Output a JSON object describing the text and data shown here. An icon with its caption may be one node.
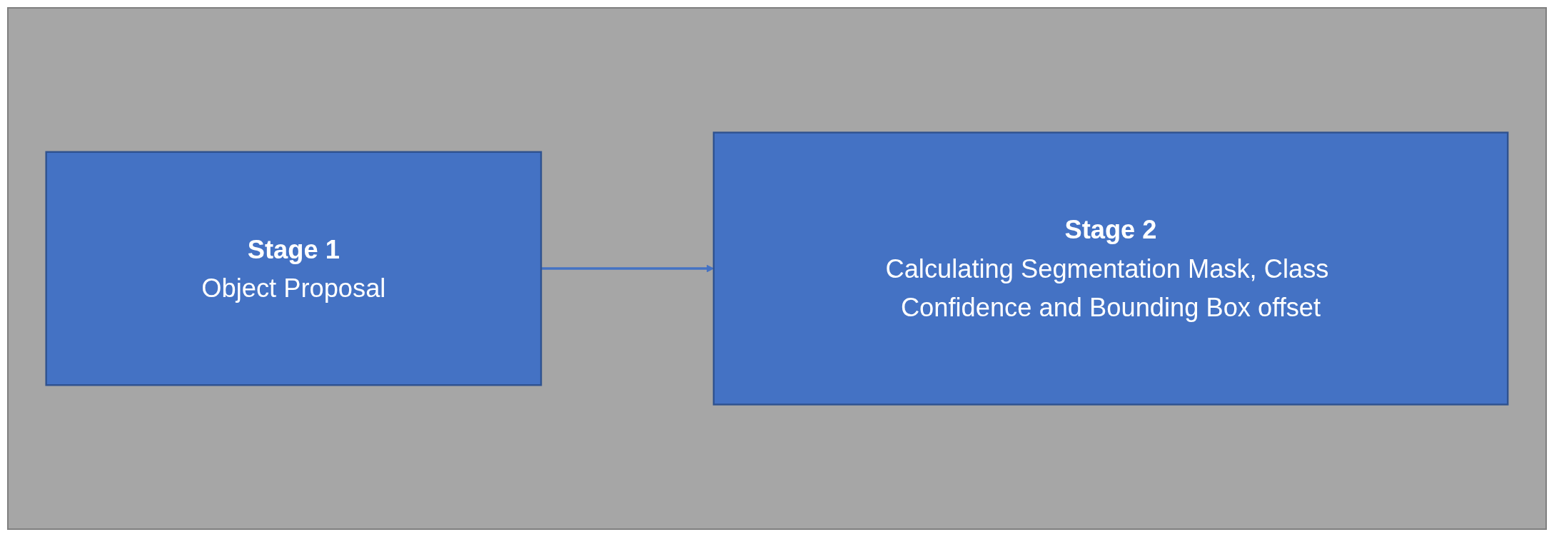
{
  "diagram": {
    "nodes": [
      {
        "text": [
          "Stage 1",
          "Object Proposal"
        ]
      },
      {
        "text": [
          "Stage 2",
          "Calculating Segmentation Mask, Class Confidence and Bounding Box offset"
        ]
      }
    ],
    "edges": [
      {
        "from": 0,
        "to": 1,
        "arrow": "to"
      }
    ]
  }
}
